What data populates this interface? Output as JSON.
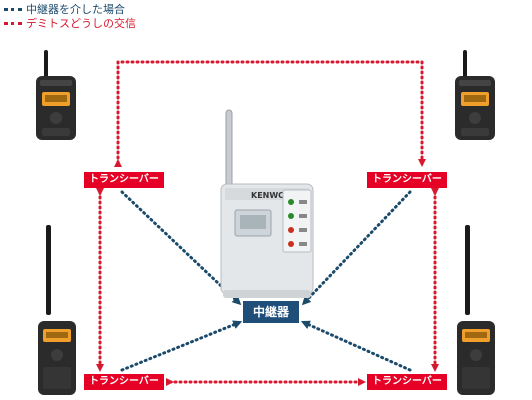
{
  "legend": {
    "relay_label": "中継器を介した場合",
    "direct_label": "デミトスどうしの交信"
  },
  "colors": {
    "relay_line": "#1b4a6b",
    "direct_line": "#d8182e",
    "label_bg": "#e60026",
    "relay_box_bg": "#1f4f78"
  },
  "transceiver_label": "トランシーバー",
  "relay_label": "中継器",
  "relay_device": {
    "brand": "KENWOOD"
  }
}
